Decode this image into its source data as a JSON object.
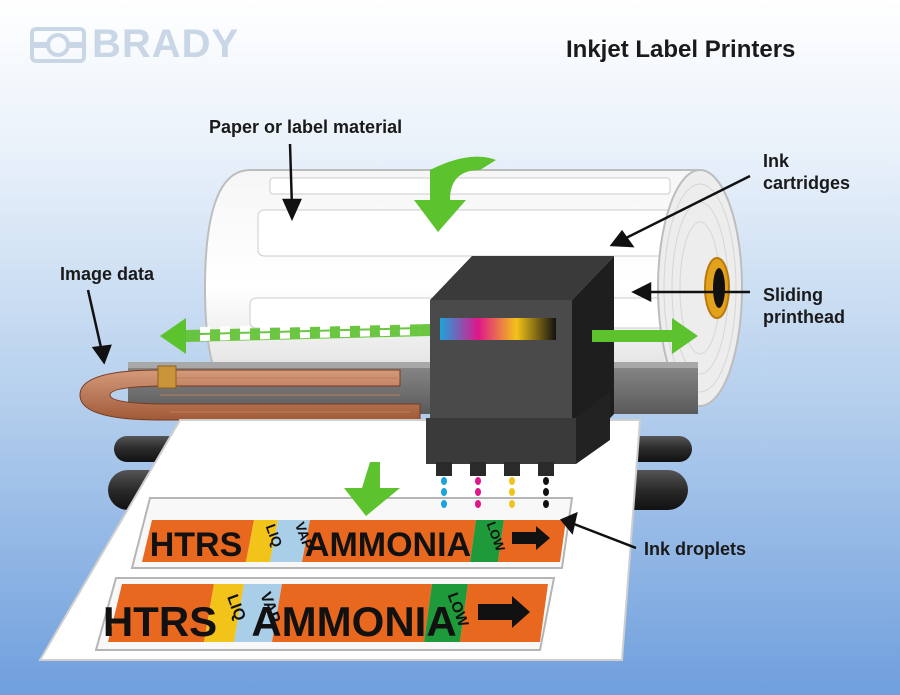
{
  "brand": {
    "name": "BRADY",
    "logo_icon": "brady-logo-icon"
  },
  "title": "Inkjet Label Printers",
  "callouts": {
    "paper": "Paper or label material",
    "ink": "Ink\ncartridges",
    "image": "Image data",
    "printhead": "Sliding\nprinthead",
    "droplets": "Ink droplets"
  },
  "label": {
    "segments": [
      "HTRS",
      "LIQ",
      "VAP",
      "AMMONIA",
      "LOW"
    ],
    "colors": {
      "orange": "#e8681f",
      "yellow": "#f2c318",
      "light_blue": "#a9cfe8",
      "green": "#1f9a3a"
    }
  },
  "ink_colors": [
    "#1ba3dc",
    "#e0168a",
    "#f2c318",
    "#111111"
  ],
  "arrow_color": "#5cc22e"
}
